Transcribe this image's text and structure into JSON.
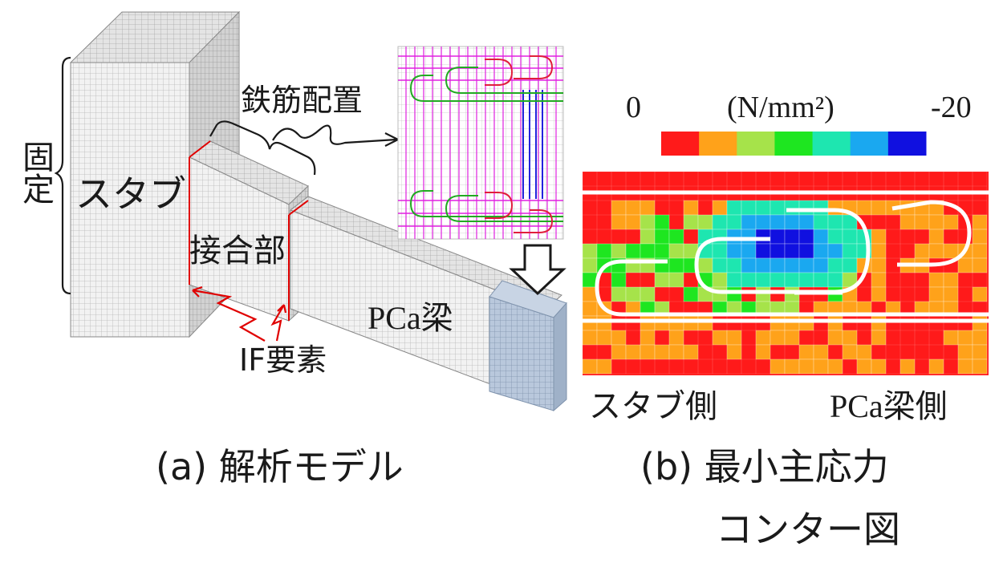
{
  "model": {
    "fixed_label": "固定",
    "stub_label": "スタブ",
    "rebar_label": "鉄筋配置",
    "joint_label": "接合部",
    "beam_label": "PCa梁",
    "if_label": "IF要素",
    "caption": "(a) 解析モデル"
  },
  "contour": {
    "scale_min": "0",
    "scale_unit": "(N/mm²)",
    "scale_max": "-20",
    "scale_colors": [
      "#ff1a1a",
      "#ffa21a",
      "#a6e34a",
      "#1ee620",
      "#1ee6b0",
      "#1aa8f0",
      "#1010e0"
    ],
    "left_label": "スタブ側",
    "right_label": "PCa梁側",
    "caption_line1": "(b) 最小主応力",
    "caption_line2": "コンター図"
  },
  "colors": {
    "accent_red": "#e00000",
    "mesh_light": "#d8d8d8",
    "rebar_magenta": "#e020e0",
    "rebar_green": "#22aa22",
    "rebar_blue": "#2222dd"
  }
}
